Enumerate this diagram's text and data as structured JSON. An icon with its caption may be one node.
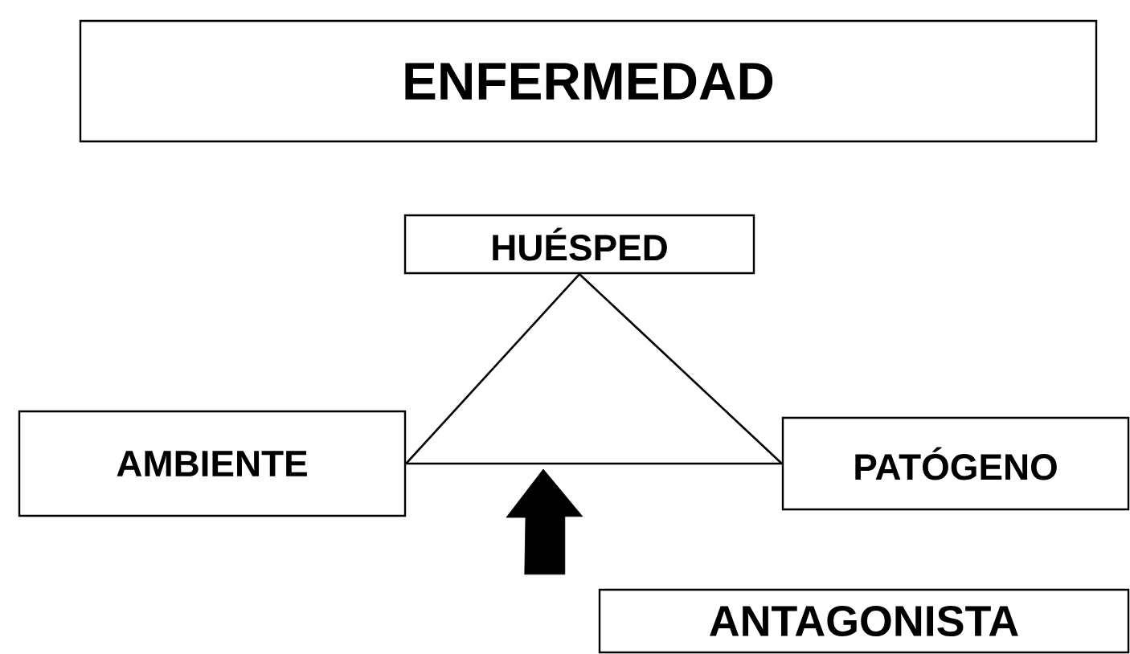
{
  "diagram": {
    "nodes": [
      {
        "text": [
          "ENFERMEDAD"
        ]
      },
      {
        "text": [
          "HUÉSPED"
        ]
      },
      {
        "text": [
          "AMBIENTE"
        ]
      },
      {
        "text": [
          "PATÓGENO"
        ]
      },
      {
        "text": [
          "ANTAGONISTA"
        ]
      }
    ],
    "edges": [
      {
        "from": 1,
        "to": 2,
        "arrow": "none"
      },
      {
        "from": 1,
        "to": 3,
        "arrow": "none"
      },
      {
        "from": 2,
        "to": 3,
        "arrow": "none"
      },
      {
        "from": 4,
        "to": null,
        "arrow": "to"
      }
    ]
  }
}
